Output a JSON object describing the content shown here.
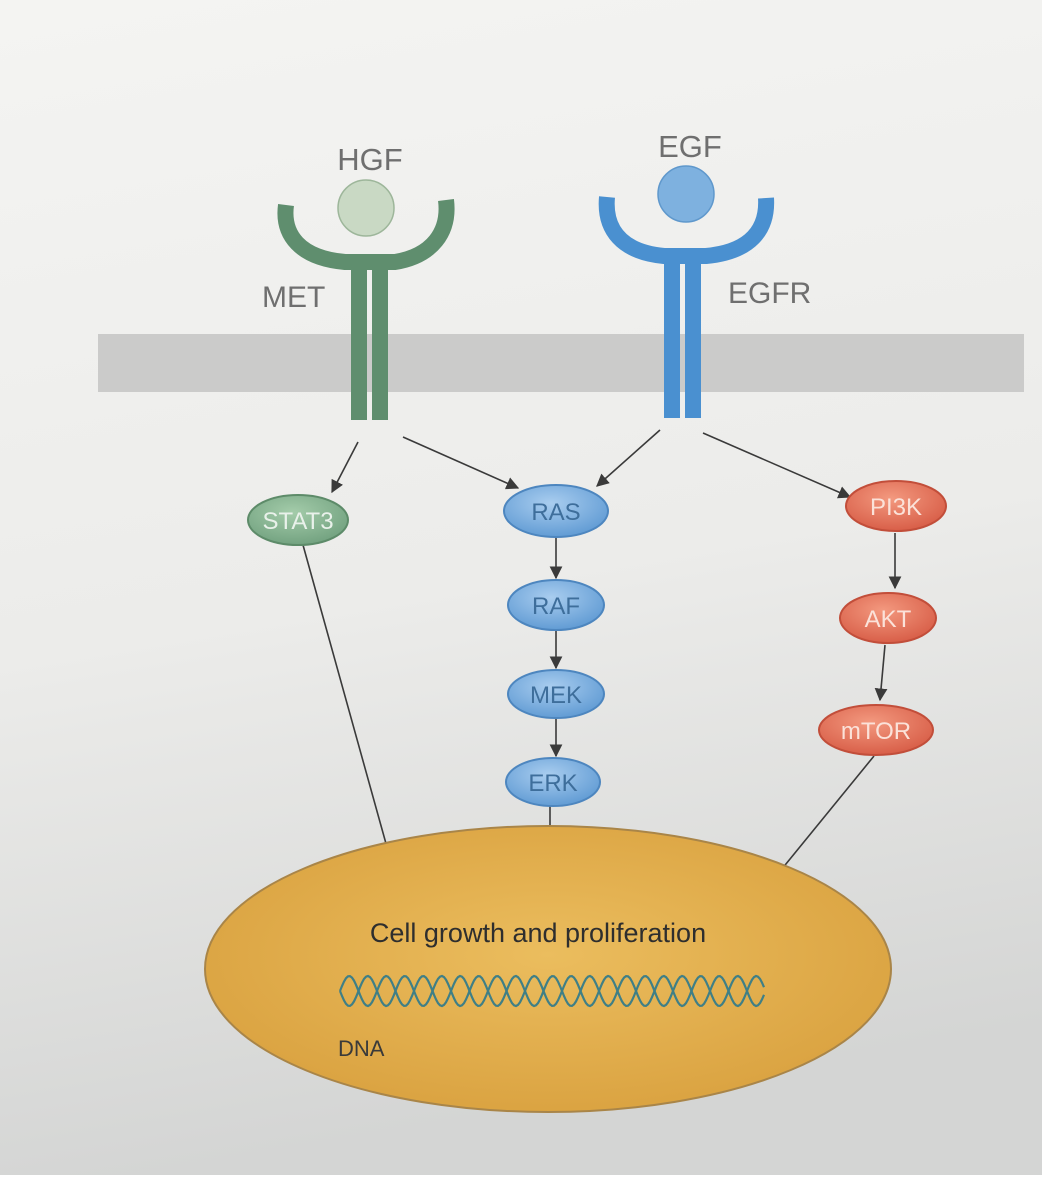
{
  "ligands": {
    "hgf": "HGF",
    "egf": "EGF"
  },
  "receptors": {
    "met": "MET",
    "egfr": "EGFR"
  },
  "proteins": {
    "stat3": "STAT3",
    "ras": "RAS",
    "raf": "RAF",
    "mek": "MEK",
    "erk": "ERK",
    "pi3k": "PI3K",
    "akt": "AKT",
    "mtor": "mTOR"
  },
  "nucleus": {
    "label": "Cell growth and proliferation",
    "dna_label": "DNA"
  },
  "colors": {
    "met_green": "#5f8e6e",
    "hgf_ligand": "#c9d9c4",
    "egfr_blue": "#4a90d0",
    "egf_ligand": "#7eb1df",
    "stat3_fill": "#86b592",
    "ras_path_fill": "#7fb0df",
    "pi3k_path_fill": "#e0705a",
    "membrane": "#c9c9c9",
    "nucleus_fill": "#e3b04a",
    "dna_strand": "#3f7f86",
    "arrow": "#3a3a3a"
  }
}
